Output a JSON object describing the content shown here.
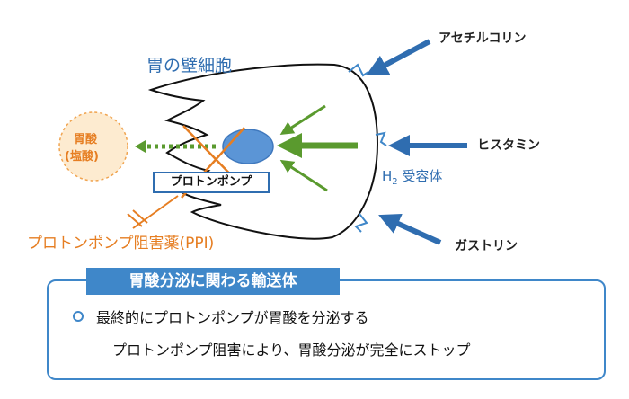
{
  "cell": {
    "title": "胃の壁細胞"
  },
  "stimuli": {
    "acetylcholine": "アセチルコリン",
    "histamine": "ヒスタミン",
    "gastrin": "ガストリン"
  },
  "receptor": {
    "h2_prefix": "H",
    "h2_sub": "2",
    "h2_suffix": " 受容体"
  },
  "acid": {
    "line1": "胃酸",
    "line2": "(塩酸)"
  },
  "pump": {
    "label": "プロトンポンプ"
  },
  "inhibitor": {
    "label": "プロトンポンプ阻害薬(PPI)"
  },
  "summary": {
    "title": "胃酸分泌に関わる輸送体",
    "line1": "最終的にプロトンポンプが胃酸を分泌する",
    "line2": "プロトンポンプ阻害により、胃酸分泌が完全にストップ"
  },
  "colors": {
    "blue": "#2f6db0",
    "light_blue": "#3f87c9",
    "green": "#5a9a2e",
    "orange": "#e67e22",
    "acid_fill": "#fdebd0"
  }
}
